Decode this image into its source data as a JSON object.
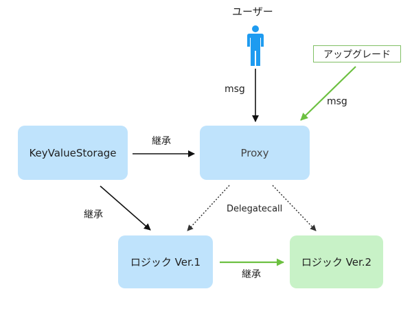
{
  "nodes": {
    "kvs": "KeyValueStorage",
    "proxy": "Proxy",
    "logic_v1": "ロジック Ver.1",
    "logic_v2": "ロジック Ver.2"
  },
  "actors": {
    "user": "ユーザー",
    "upgrade": "アップグレード"
  },
  "edge_labels": {
    "msg_user": "msg",
    "msg_upgrade": "msg",
    "inherit_kvs_proxy": "継承",
    "inherit_kvs_v1": "継承",
    "delegatecall": "Delegatecall",
    "inherit_v1_v2": "継承"
  },
  "colors": {
    "node_blue": "#bfe3fc",
    "node_green": "#c8f2c7",
    "user_icon": "#1e9bf0",
    "arrow_black": "#111111",
    "arrow_green": "#6cc040",
    "arrow_dotted": "#333333",
    "upgrade_border": "#7fbf63"
  },
  "icons": {
    "user": "person-icon"
  }
}
